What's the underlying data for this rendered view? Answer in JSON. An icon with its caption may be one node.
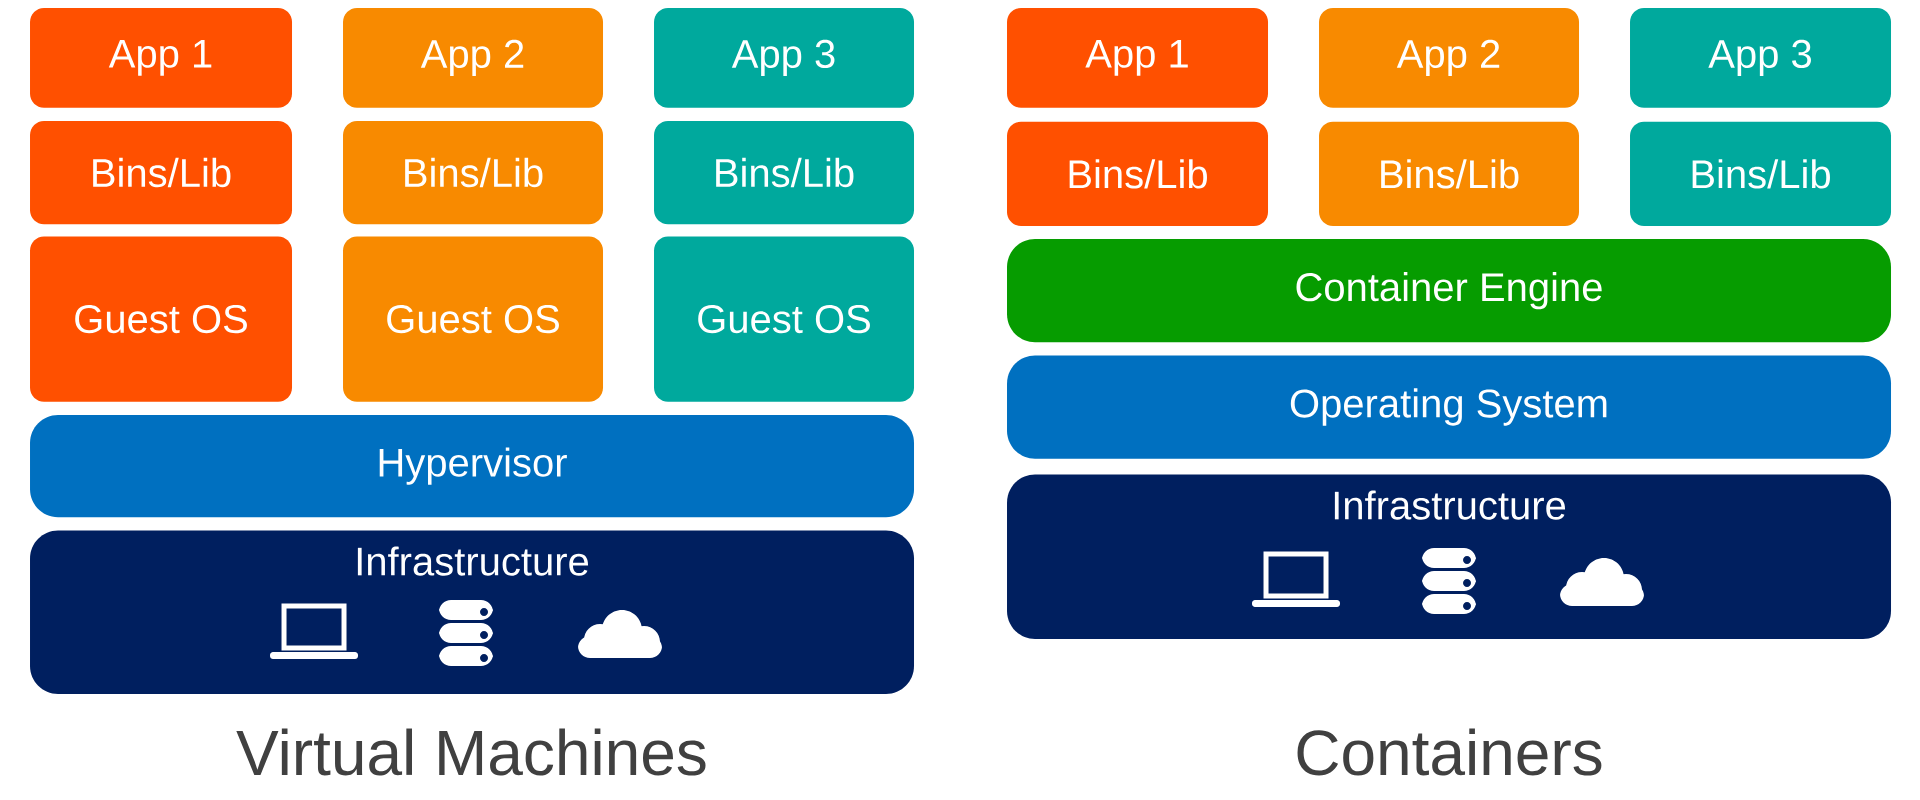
{
  "diagram": {
    "nodes": [
      {
        "text": [
          "App 1"
        ]
      },
      {
        "text": [
          "App 2"
        ]
      },
      {
        "text": [
          "App 3"
        ]
      },
      {
        "text": [
          "Bins/Lib"
        ]
      },
      {
        "text": [
          "Bins/Lib"
        ]
      },
      {
        "text": [
          "Bins/Lib"
        ]
      },
      {
        "text": [
          "Guest OS"
        ]
      },
      {
        "text": [
          "Guest OS"
        ]
      },
      {
        "text": [
          "Guest OS"
        ]
      },
      {
        "text": [
          "Hypervisor"
        ]
      },
      {
        "text": [
          "Infrastructure"
        ]
      },
      {
        "text": [
          "App 1"
        ]
      },
      {
        "text": [
          "App 2"
        ]
      },
      {
        "text": [
          "App 3"
        ]
      },
      {
        "text": [
          "Bins/Lib"
        ]
      },
      {
        "text": [
          "Bins/Lib"
        ]
      },
      {
        "text": [
          "Bins/Lib"
        ]
      },
      {
        "text": [
          "Container Engine"
        ]
      },
      {
        "text": [
          "Operating System"
        ]
      },
      {
        "text": [
          "Infrastructure"
        ]
      }
    ],
    "labels": [
      "Virtual Machines",
      "Containers"
    ]
  }
}
